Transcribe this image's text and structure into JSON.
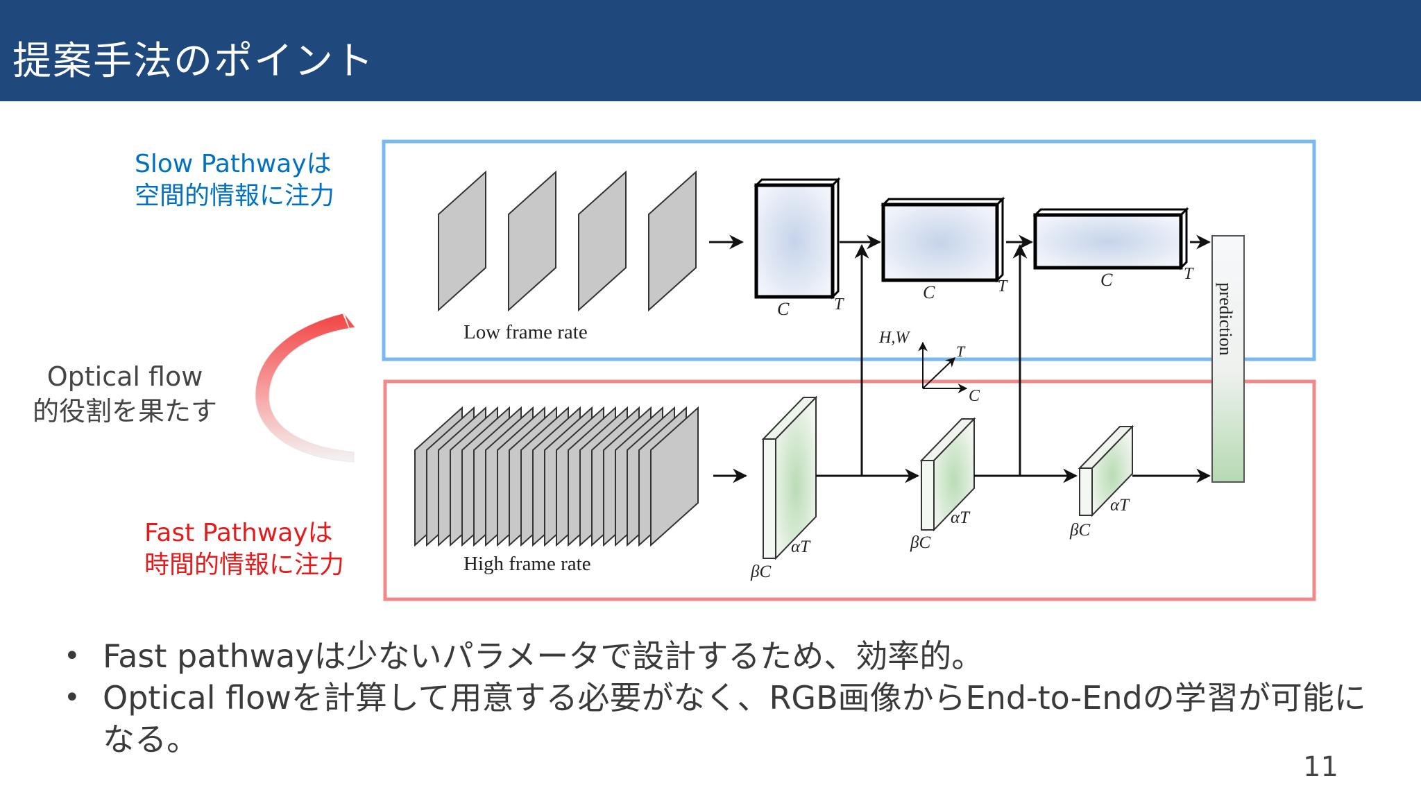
{
  "header": {
    "title": "提案手法のポイント"
  },
  "labels": {
    "slow": [
      "Slow Pathwayは",
      "空間的情報に注力"
    ],
    "fast": [
      "Fast Pathwayは",
      "時間的情報に注力"
    ],
    "flow": [
      "Optical flow",
      "的役割を果たす"
    ]
  },
  "diagram": {
    "low_frame_rate": "Low frame rate",
    "high_frame_rate": "High frame rate",
    "prediction": "prediction",
    "C": "C",
    "T": "T",
    "aT": "αT",
    "bC": "βC",
    "HW": "H,W"
  },
  "bullets": [
    "Fast pathwayは少ないパラメータで設計するため、効率的。",
    "Optical flowを計算して用意する必要がなく、RGB画像からEnd-to-Endの学習が可能になる。"
  ],
  "page_number": "11",
  "colors": {
    "header_bg": "#1f497d",
    "slow_box": "#7ab8f0",
    "fast_box": "#f08a8a",
    "slow_text": "#0070c0",
    "fast_text": "#e31b1b"
  }
}
